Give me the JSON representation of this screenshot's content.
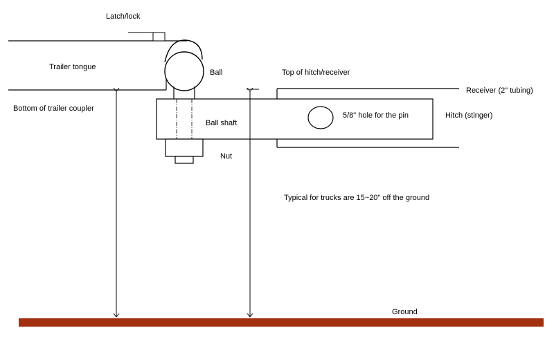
{
  "labels": {
    "latch": "Latch/lock",
    "trailer_tongue": "Trailer tongue",
    "ball": "Ball",
    "top_of_hitch": "Top of hitch/receiver",
    "receiver": "Receiver (2\" tubing)",
    "bottom_coupler": "Bottom of trailer coupler",
    "ball_shaft": "Ball shaft",
    "pin_hole": "5/8\" hole for the pin",
    "hitch": "Hitch (stinger)",
    "nut": "Nut",
    "typical": "Typical for trucks are 15~20\" off the ground",
    "ground": "Ground"
  },
  "colors": {
    "line": "#000000",
    "ground": "#a03010"
  }
}
